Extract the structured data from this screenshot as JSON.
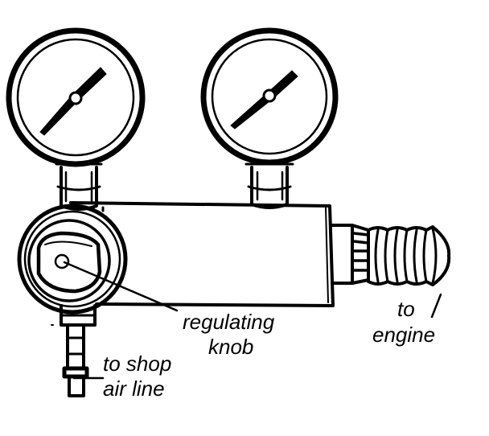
{
  "labels": {
    "regulating_knob_line1": "regulating",
    "regulating_knob_line2": "knob",
    "to_engine_line1": "to",
    "to_engine_line2": "engine",
    "to_shop_air_line1": "to shop",
    "to_shop_air_line2": "air line"
  },
  "colors": {
    "ink": "#000000",
    "paper": "#ffffff"
  }
}
